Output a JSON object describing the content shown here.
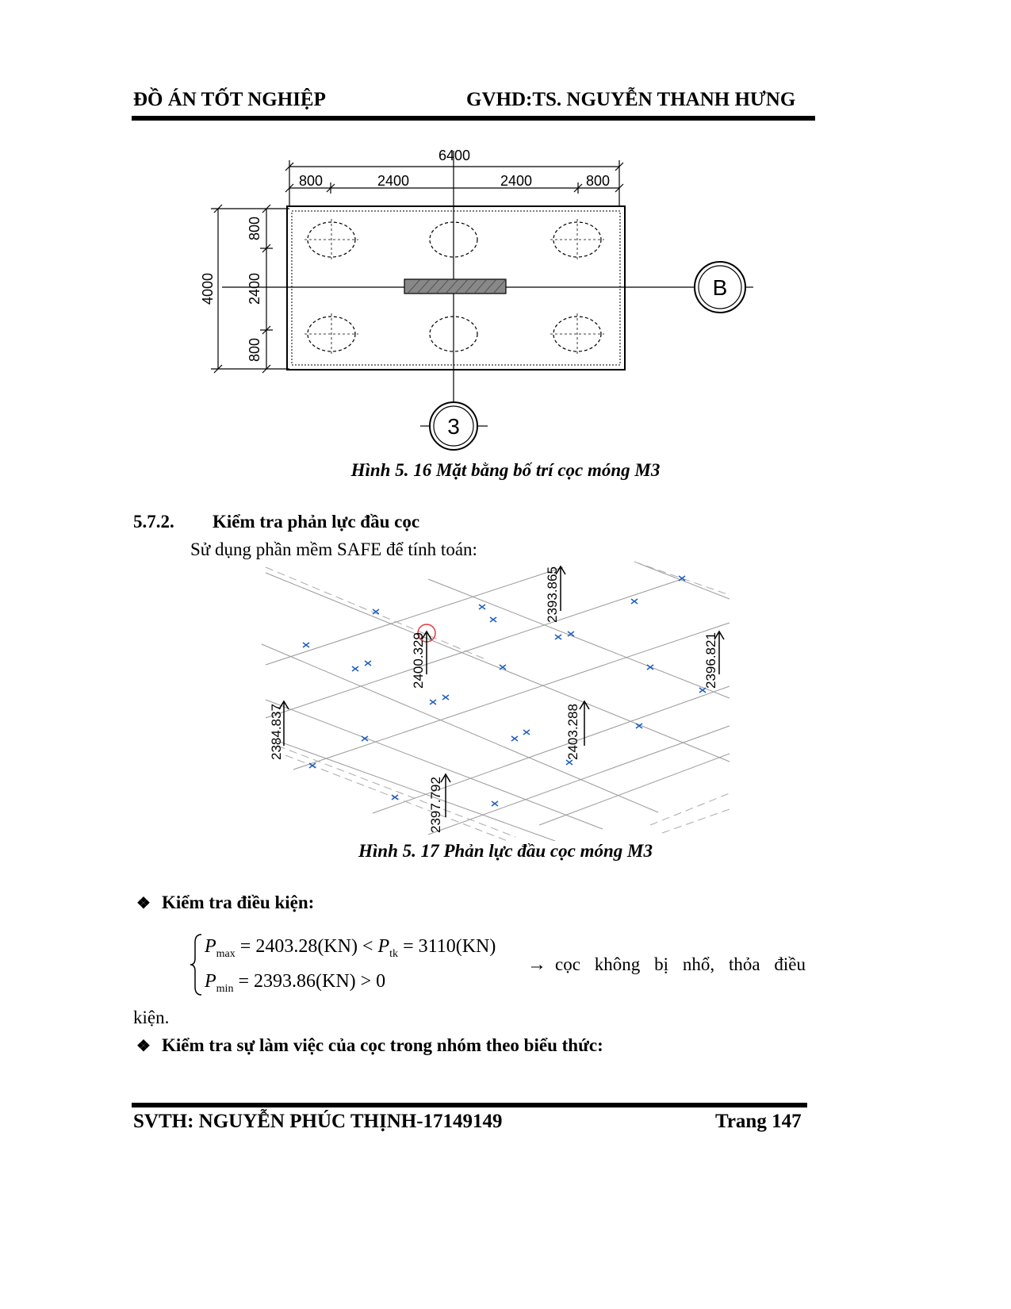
{
  "header": {
    "left": "ĐỒ ÁN TỐT NGHIỆP",
    "right": "GVHD:TS. NGUYỄN THANH HƯNG"
  },
  "figure1": {
    "dim_total_width": "6400",
    "dim_segments_x": [
      "800",
      "2400",
      "2400",
      "800"
    ],
    "dim_total_height": "4000",
    "dim_segments_y": [
      "800",
      "2400",
      "800"
    ],
    "axis_row": "B",
    "axis_col": "3",
    "caption": "Hình 5. 16 Mặt bằng bố trí cọc móng M3"
  },
  "section": {
    "number": "5.7.2.",
    "title": "Kiểm tra phản lực đầu cọc",
    "intro": "Sử dụng phần mềm SAFE để tính toán:"
  },
  "figure2": {
    "reactions": [
      "2393.865",
      "2400.329",
      "2396.821",
      "2384.837",
      "2403.288",
      "2397.792"
    ],
    "caption": "Hình 5. 17 Phản lực đầu cọc móng M3"
  },
  "check1": {
    "title": "Kiểm tra điều kiện:",
    "pmax_label": "P",
    "pmax_sub": "max",
    "pmax_value": "= 2403.28(KN) <",
    "ptk_label": "P",
    "ptk_sub": "tk",
    "ptk_value": "= 3110(KN)",
    "pmin_label": "P",
    "pmin_sub": "min",
    "pmin_value": "= 2393.86(KN) > 0",
    "arrow": "→",
    "conclusion": "cọc không bị nhổ, thỏa điều",
    "conclusion_tail": "kiện."
  },
  "check2": {
    "title": "Kiểm tra sự làm việc của cọc trong nhóm theo biểu thức:"
  },
  "footer": {
    "left": "SVTH: NGUYỄN PHÚC THỊNH-17149149",
    "right": "Trang 147"
  }
}
